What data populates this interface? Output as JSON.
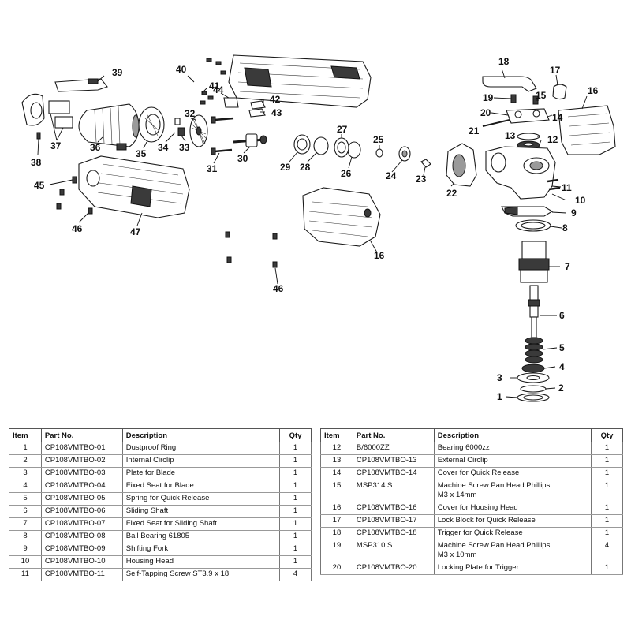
{
  "callouts": [
    {
      "id": "c1",
      "label": "1"
    },
    {
      "id": "c2",
      "label": "2"
    },
    {
      "id": "c3",
      "label": "3"
    },
    {
      "id": "c4",
      "label": "4"
    },
    {
      "id": "c5",
      "label": "5"
    },
    {
      "id": "c6",
      "label": "6"
    },
    {
      "id": "c7",
      "label": "7"
    },
    {
      "id": "c8",
      "label": "8"
    },
    {
      "id": "c9",
      "label": "9"
    },
    {
      "id": "c10",
      "label": "10"
    },
    {
      "id": "c11",
      "label": "11"
    },
    {
      "id": "c12",
      "label": "12"
    },
    {
      "id": "c13",
      "label": "13"
    },
    {
      "id": "c14",
      "label": "14"
    },
    {
      "id": "c15",
      "label": "15"
    },
    {
      "id": "c16a",
      "label": "16"
    },
    {
      "id": "c16b",
      "label": "16"
    },
    {
      "id": "c17",
      "label": "17"
    },
    {
      "id": "c18",
      "label": "18"
    },
    {
      "id": "c19",
      "label": "19"
    },
    {
      "id": "c20",
      "label": "20"
    },
    {
      "id": "c21",
      "label": "21"
    },
    {
      "id": "c22",
      "label": "22"
    },
    {
      "id": "c23",
      "label": "23"
    },
    {
      "id": "c24",
      "label": "24"
    },
    {
      "id": "c25",
      "label": "25"
    },
    {
      "id": "c26",
      "label": "26"
    },
    {
      "id": "c27",
      "label": "27"
    },
    {
      "id": "c28",
      "label": "28"
    },
    {
      "id": "c29",
      "label": "29"
    },
    {
      "id": "c30",
      "label": "30"
    },
    {
      "id": "c31",
      "label": "31"
    },
    {
      "id": "c32",
      "label": "32"
    },
    {
      "id": "c33",
      "label": "33"
    },
    {
      "id": "c34",
      "label": "34"
    },
    {
      "id": "c35",
      "label": "35"
    },
    {
      "id": "c36",
      "label": "36"
    },
    {
      "id": "c37",
      "label": "37"
    },
    {
      "id": "c38",
      "label": "38"
    },
    {
      "id": "c39",
      "label": "39"
    },
    {
      "id": "c40",
      "label": "40"
    },
    {
      "id": "c41",
      "label": "41"
    },
    {
      "id": "c42",
      "label": "42"
    },
    {
      "id": "c43",
      "label": "43"
    },
    {
      "id": "c44",
      "label": "44"
    },
    {
      "id": "c45",
      "label": "45"
    },
    {
      "id": "c46a",
      "label": "46"
    },
    {
      "id": "c46b",
      "label": "46"
    },
    {
      "id": "c47",
      "label": "47"
    }
  ],
  "tables": {
    "headers": {
      "item": "Item",
      "part_no": "Part No.",
      "description": "Description",
      "qty": "Qty"
    },
    "left": [
      {
        "item": "1",
        "part_no": "CP108VMTBO-01",
        "description": "Dustproof Ring",
        "qty": "1"
      },
      {
        "item": "2",
        "part_no": "CP108VMTBO-02",
        "description": "Internal Circlip",
        "qty": "1"
      },
      {
        "item": "3",
        "part_no": "CP108VMTBO-03",
        "description": "Plate for Blade",
        "qty": "1"
      },
      {
        "item": "4",
        "part_no": "CP108VMTBO-04",
        "description": "Fixed Seat for Blade",
        "qty": "1"
      },
      {
        "item": "5",
        "part_no": "CP108VMTBO-05",
        "description": "Spring for Quick Release",
        "qty": "1"
      },
      {
        "item": "6",
        "part_no": "CP108VMTBO-06",
        "description": "Sliding Shaft",
        "qty": "1"
      },
      {
        "item": "7",
        "part_no": "CP108VMTBO-07",
        "description": "Fixed Seat for Sliding Shaft",
        "qty": "1"
      },
      {
        "item": "8",
        "part_no": "CP108VMTBO-08",
        "description": "Ball Bearing 61805",
        "qty": "1"
      },
      {
        "item": "9",
        "part_no": "CP108VMTBO-09",
        "description": "Shifting Fork",
        "qty": "1"
      },
      {
        "item": "10",
        "part_no": "CP108VMTBO-10",
        "description": "Housing Head",
        "qty": "1"
      },
      {
        "item": "11",
        "part_no": "CP108VMTBO-11",
        "description": "Self-Tapping Screw ST3.9 x 18",
        "qty": "4"
      }
    ],
    "right": [
      {
        "item": "12",
        "part_no": "B/6000ZZ",
        "description": "Bearing 6000zz",
        "qty": "1"
      },
      {
        "item": "13",
        "part_no": "CP108VMTBO-13",
        "description": "External Circlip",
        "qty": "1"
      },
      {
        "item": "14",
        "part_no": "CP108VMTBO-14",
        "description": "Cover for Quick Release",
        "qty": "1"
      },
      {
        "item": "15",
        "part_no": "MSP314.S",
        "description": "Machine Screw Pan Head Phillips",
        "description2": "M3 x 14mm",
        "qty": "1"
      },
      {
        "item": "16",
        "part_no": "CP108VMTBO-16",
        "description": "Cover for Housing Head",
        "qty": "1"
      },
      {
        "item": "17",
        "part_no": "CP108VMTBO-17",
        "description": "Lock Block for Quick Release",
        "qty": "1"
      },
      {
        "item": "18",
        "part_no": "CP108VMTBO-18",
        "description": "Trigger for Quick Release",
        "qty": "1"
      },
      {
        "item": "19",
        "part_no": "MSP310.S",
        "description": "Machine Screw Pan Head Phillips",
        "description2": "M3 x 10mm",
        "qty": "4"
      },
      {
        "item": "20",
        "part_no": "CP108VMTBO-20",
        "description": "Locking Plate for Trigger",
        "qty": "1"
      }
    ]
  }
}
